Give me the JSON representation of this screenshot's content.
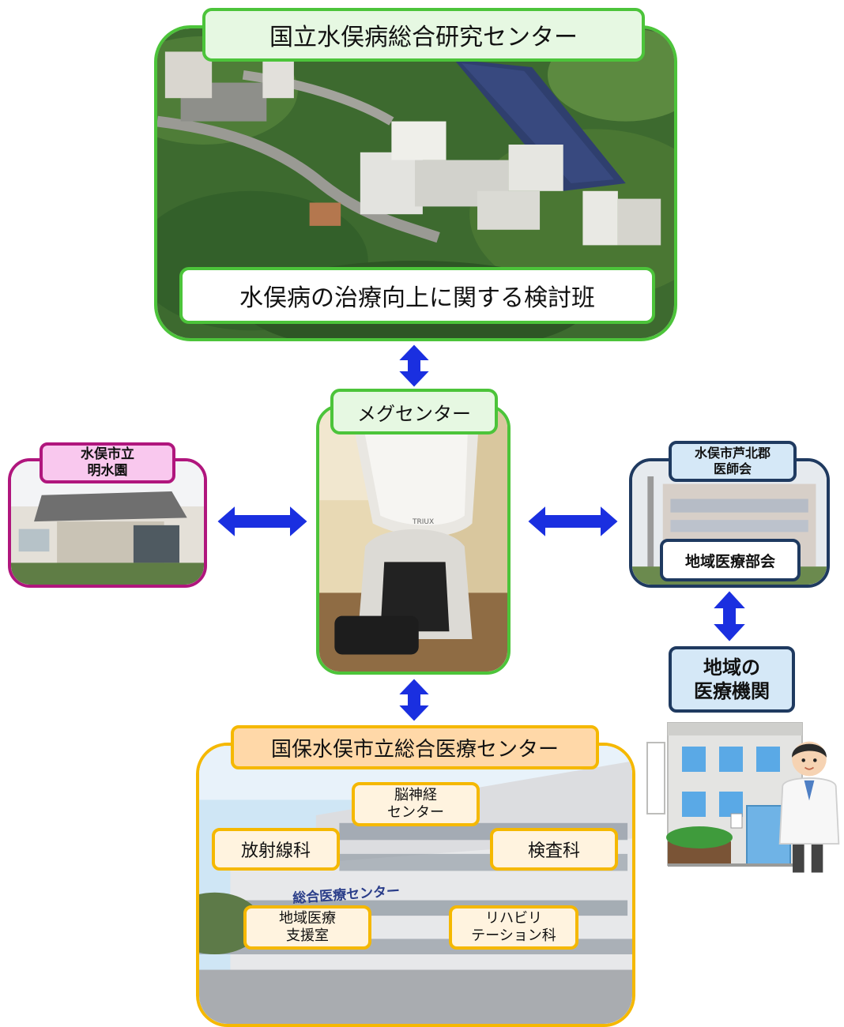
{
  "research_center": {
    "title": "国立水俣病総合研究センター",
    "subgroup": "水俣病の治療向上に関する検討班"
  },
  "meg_center": {
    "title": "メグセンター",
    "device_text": "TRIUX"
  },
  "meisuien": {
    "title_line1": "水俣市立",
    "title_line2": "明水園"
  },
  "medical_association": {
    "title_line1": "水俣市芦北郡",
    "title_line2": "医師会",
    "committee": "地域医療部会"
  },
  "local_institutions": {
    "title_line1": "地域の",
    "title_line2": "医療機関"
  },
  "general_medical_center": {
    "title": "国保水俣市立総合医療センター",
    "building_sign": "総合医療センター",
    "departments": {
      "neuro_line1": "脳神経",
      "neuro_line2": "センター",
      "radiology": "放射線科",
      "laboratory": "検査科",
      "regional_support_line1": "地域医療",
      "regional_support_line2": "支援室",
      "rehab_line1": "リハビリ",
      "rehab_line2": "テーション科"
    }
  },
  "colors": {
    "green": "#4cc43a",
    "pink": "#b0167d",
    "navy": "#1f3a60",
    "orange": "#f5b800",
    "arrow_blue": "#1a2fe0"
  },
  "icons": {
    "bidirectional_arrow": "double-headed-arrow",
    "doctor": "doctor-illustration",
    "clinic": "clinic-building-illustration"
  }
}
